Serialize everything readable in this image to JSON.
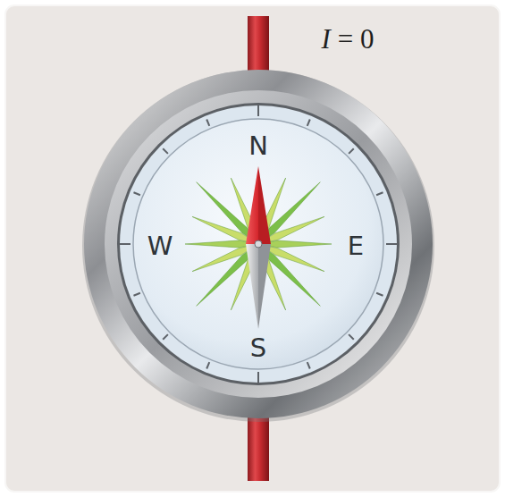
{
  "diagram": {
    "labels": [
      "I = 0",
      "N",
      "E",
      "S",
      "W"
    ]
  }
}
